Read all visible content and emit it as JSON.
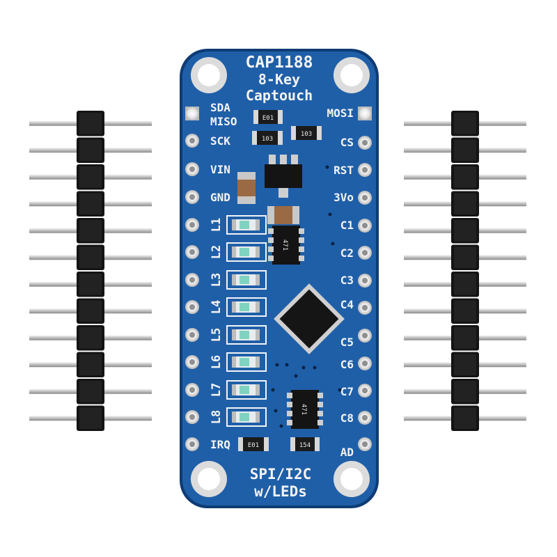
{
  "board": {
    "title_line1": "CAP1188",
    "title_line2": "8-Key",
    "title_line3": "Captouch",
    "footer_line1": "SPI/I2C",
    "footer_line2": "w/LEDs",
    "pcb_color": "#1f5fa8",
    "pcb_edge_color": "#0f3c75",
    "silkscreen_color": "#f4f4f4"
  },
  "left_pins": [
    "SDA",
    "MISO",
    "SCK",
    "VIN",
    "GND",
    "L1",
    "L2",
    "L3",
    "L4",
    "L5",
    "L6",
    "L7",
    "L8",
    "IRQ"
  ],
  "right_pins": [
    "MOSI",
    "CS",
    "RST",
    "3Vo",
    "C1",
    "C2",
    "C3",
    "C4",
    "C5",
    "C6",
    "C7",
    "C8",
    "AD"
  ],
  "component_markings": {
    "resistor_top": "E01",
    "resistor_mid_left": "103",
    "resistor_mid_right": "103",
    "resistor_bottom_left": "E01",
    "resistor_bottom_right": "154",
    "array_top": "471",
    "array_bottom": "471"
  },
  "header_pin_count": 12
}
